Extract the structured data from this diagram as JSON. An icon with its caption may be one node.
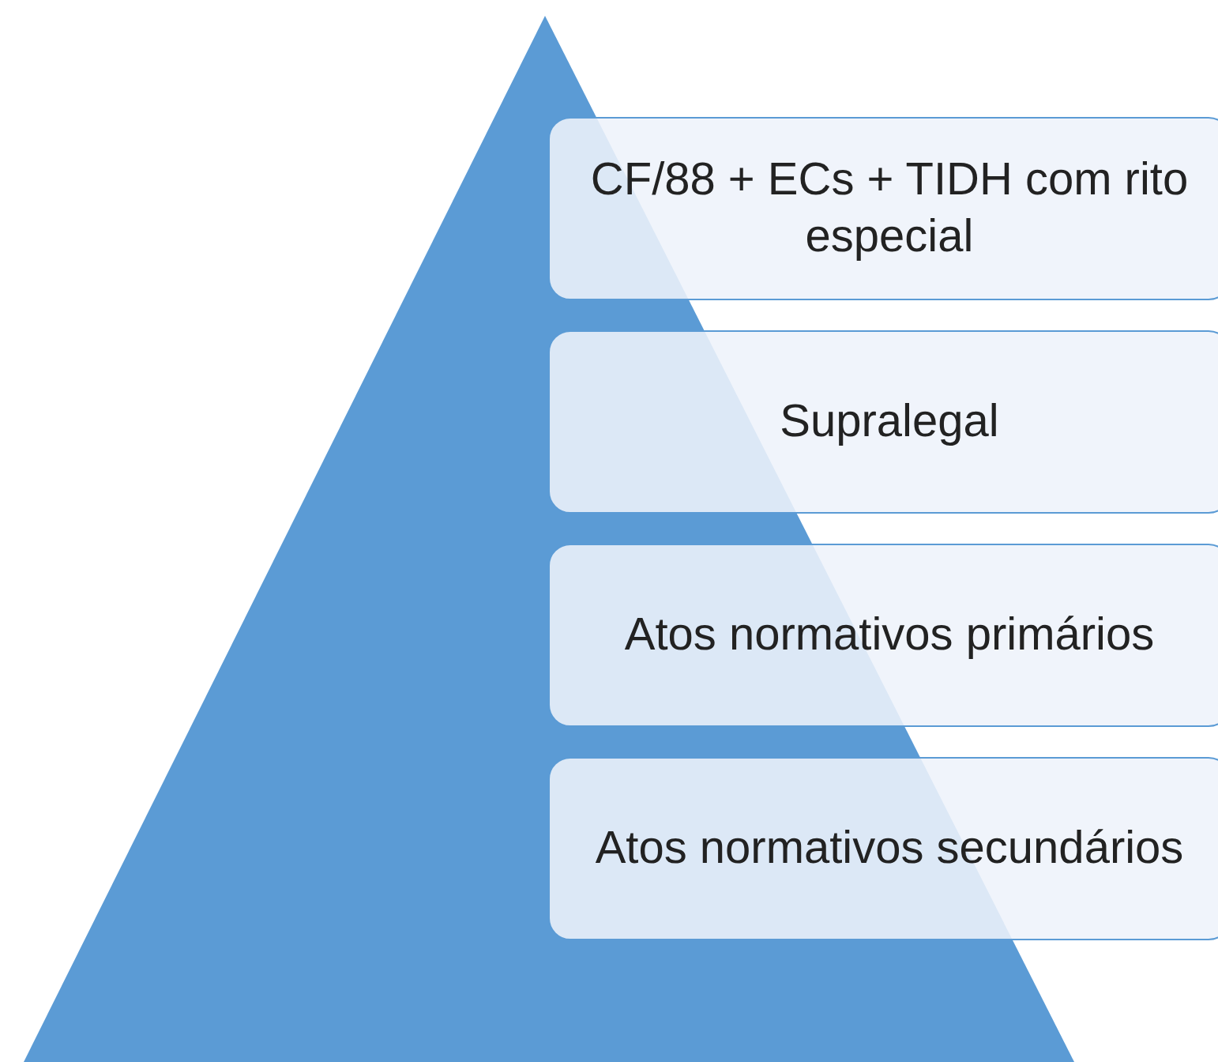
{
  "diagram": {
    "nodes": [
      {
        "text": [
          "CF/88 + ECs + TIDH com rito especial"
        ]
      },
      {
        "text": [
          "Supralegal"
        ]
      },
      {
        "text": [
          "Atos normativos primários"
        ]
      },
      {
        "text": [
          "Atos normativos secundários"
        ]
      }
    ]
  }
}
